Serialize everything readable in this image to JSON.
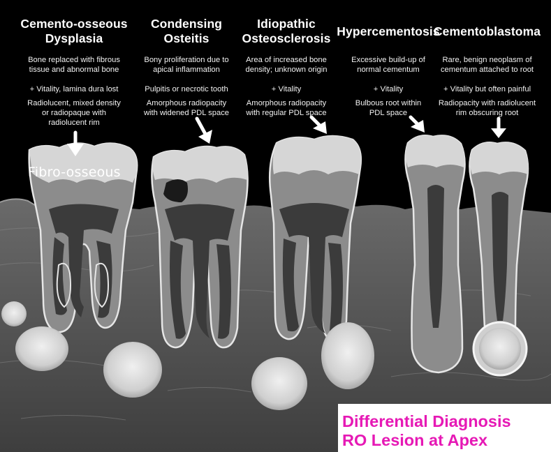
{
  "columns": [
    {
      "title_line1": "Cemento-osseous",
      "title_line2": "Dysplasia",
      "description": [
        "Bone replaced with fibrous",
        "tissue and abnormal bone"
      ],
      "vitality": "+ Vitality, lamina dura lost",
      "radiographic": [
        "Radiolucent, mixed density",
        "or radiopaque with",
        "radiolucent rim"
      ]
    },
    {
      "title_line1": "Condensing",
      "title_line2": "Osteitis",
      "description": [
        "Bony proliferation due to",
        "apical inflammation"
      ],
      "vitality": "Pulpitis or necrotic tooth",
      "radiographic": [
        "Amorphous radiopacity",
        "with widened PDL space"
      ]
    },
    {
      "title_line1": "Idiopathic",
      "title_line2": "Osteosclerosis",
      "description": [
        "Area of increased bone",
        "density; unknown origin"
      ],
      "vitality": "+ Vitality",
      "radiographic": [
        "Amorphous radiopacity",
        "with regular PDL space"
      ]
    },
    {
      "title_line1": "Hypercementosis",
      "title_line2": "",
      "description": [
        "Excessive build-up of",
        "normal cementum"
      ],
      "vitality": "+ Vitality",
      "radiographic": [
        "Bulbous root within",
        "PDL space"
      ]
    },
    {
      "title_line1": "Cementoblastoma",
      "title_line2": "",
      "description": [
        "Rare, benign neoplasm of",
        "cementum attached to root"
      ],
      "vitality": "+ Vitality but often painful",
      "radiographic": [
        "Radiopacity with radiolucent",
        "rim obscuring root"
      ]
    }
  ],
  "fibro_label": "Fibro-osseous",
  "diagnosis_box": {
    "line1": "Differential Diagnosis",
    "line2": "RO Lesion at Apex"
  },
  "colors": {
    "background": "#000000",
    "text": "#ffffff",
    "accent_magenta": "#e619b5",
    "bone": "#5a5a5a",
    "tooth": "#8c8c8c",
    "enamel": "#d6d6d6",
    "pulp": "#3b3b3b",
    "lesion": "#d9d9d9"
  }
}
